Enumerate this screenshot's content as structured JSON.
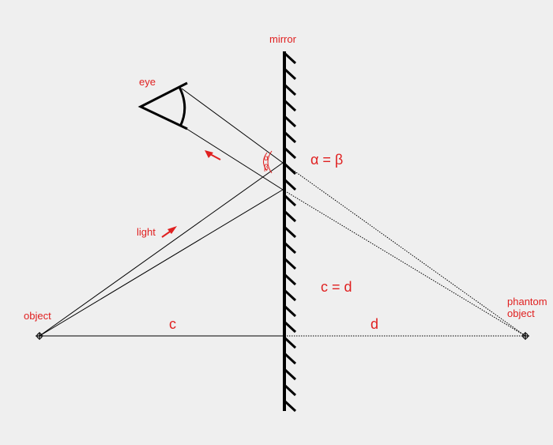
{
  "labels": {
    "mirror": "mirror",
    "eye": "eye",
    "alpha_eq_beta": "α = β",
    "alpha": "α",
    "beta": "β",
    "light": "light",
    "c_eq_d": "c = d",
    "object": "object",
    "c": "c",
    "d": "d",
    "phantom_line1": "phantom",
    "phantom_line2": "object"
  },
  "colors": {
    "background": "#efefef",
    "label": "#e02020",
    "line": "#000000"
  }
}
